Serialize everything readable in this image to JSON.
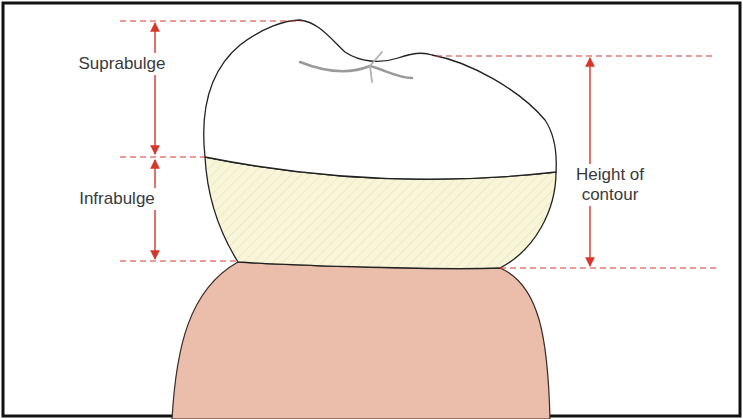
{
  "diagram": {
    "labels": [
      "Suprabulge",
      "Infrabulge",
      "Height of contour"
    ]
  }
}
